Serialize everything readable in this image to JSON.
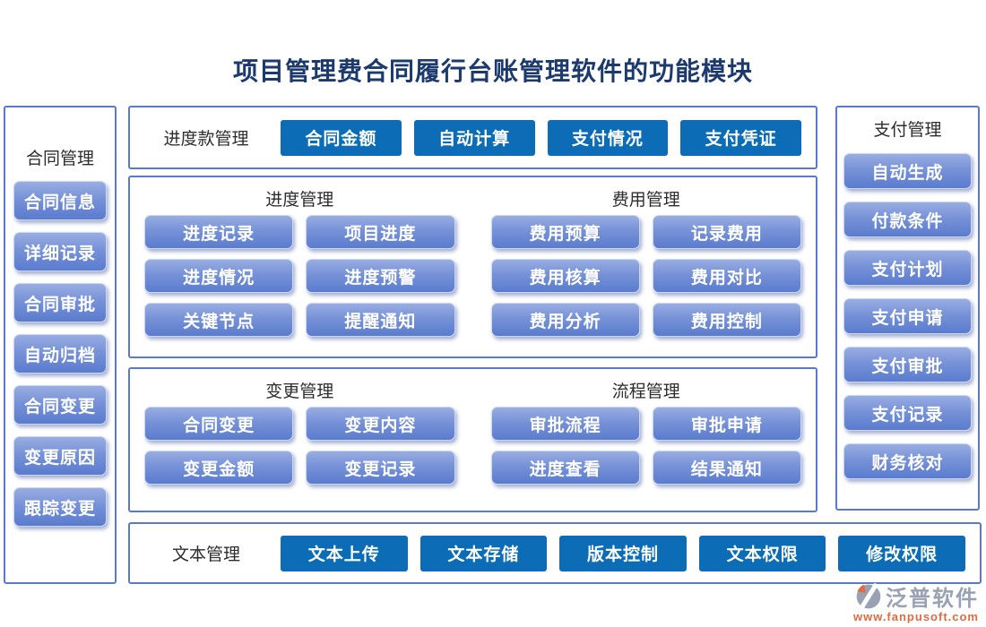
{
  "title": "项目管理费合同履行台账管理软件的功能模块",
  "colors": {
    "solid_button_blue": "#0c6db6",
    "gradient_button_top": "#98ade2",
    "gradient_button_bottom": "#5a7bce",
    "panel_border_blue": "#5b79c9",
    "title_navy": "#1d3a6e",
    "logo_gray": "#98a2b3",
    "logo_orange": "#e06b3f"
  },
  "left_panel": {
    "title": "合同管理",
    "buttons": [
      "合同信息",
      "详细记录",
      "合同审批",
      "自动归档",
      "合同变更",
      "变更原因",
      "跟踪变更"
    ]
  },
  "top_bar": {
    "label": "进度款管理",
    "buttons": [
      "合同金额",
      "自动计算",
      "支付情况",
      "支付凭证"
    ]
  },
  "mid_section": {
    "groups": [
      {
        "title": "进度管理",
        "buttons": [
          "进度记录",
          "项目进度",
          "进度情况",
          "进度预警",
          "关键节点",
          "提醒通知"
        ]
      },
      {
        "title": "费用管理",
        "buttons": [
          "费用预算",
          "记录费用",
          "费用核算",
          "费用对比",
          "费用分析",
          "费用控制"
        ]
      }
    ]
  },
  "low_section": {
    "groups": [
      {
        "title": "变更管理",
        "buttons": [
          "合同变更",
          "变更内容",
          "变更金额",
          "变更记录"
        ]
      },
      {
        "title": "流程管理",
        "buttons": [
          "审批流程",
          "审批申请",
          "进度查看",
          "结果通知"
        ]
      }
    ]
  },
  "bottom_bar": {
    "label": "文本管理",
    "buttons": [
      "文本上传",
      "文本存储",
      "版本控制",
      "文本权限",
      "修改权限"
    ]
  },
  "right_panel": {
    "title": "支付管理",
    "buttons": [
      "自动生成",
      "付款条件",
      "支付计划",
      "支付申请",
      "支付审批",
      "支付记录",
      "财务核对"
    ]
  },
  "logo": {
    "brand": "泛普软件",
    "url": "www.fanpusoft.com"
  }
}
